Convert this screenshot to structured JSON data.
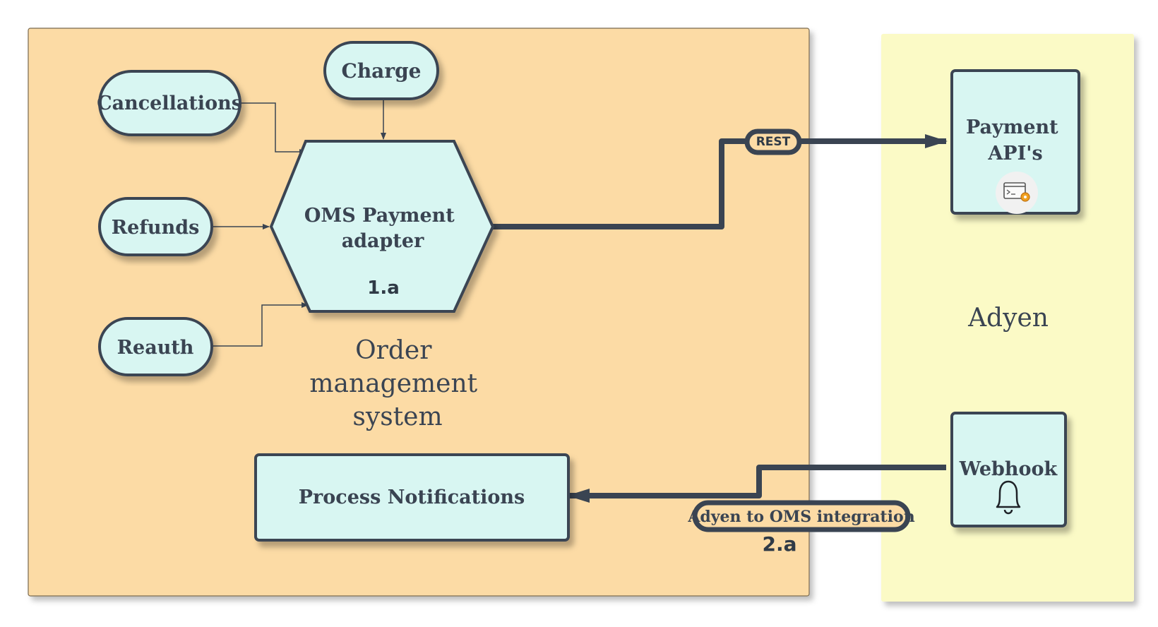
{
  "colors": {
    "oms_zone": "#fcdba5",
    "adyen_zone": "#fbfac6",
    "node_fill": "#d8f6f2",
    "stroke": "#3a4452"
  },
  "oms_zone": {
    "label_lines": [
      "Order",
      "management",
      "system"
    ]
  },
  "adyen_zone": {
    "label": "Adyen"
  },
  "nodes": {
    "charge": "Charge",
    "cancellations": "Cancellations",
    "refunds": "Refunds",
    "reauth": "Reauth",
    "adapter": {
      "lines": [
        "OMS Payment",
        "adapter"
      ],
      "id": "1.a"
    },
    "process_notifications": "Process Notifications",
    "payment_api": {
      "lines": [
        "Payment",
        "API's"
      ],
      "icon": "terminal-gear-icon"
    },
    "webhook": {
      "label": "Webhook",
      "icon": "bell-icon"
    }
  },
  "edges": {
    "rest_label": "REST",
    "integration_label": "Adyen to OMS integration",
    "integration_id": "2.a"
  }
}
